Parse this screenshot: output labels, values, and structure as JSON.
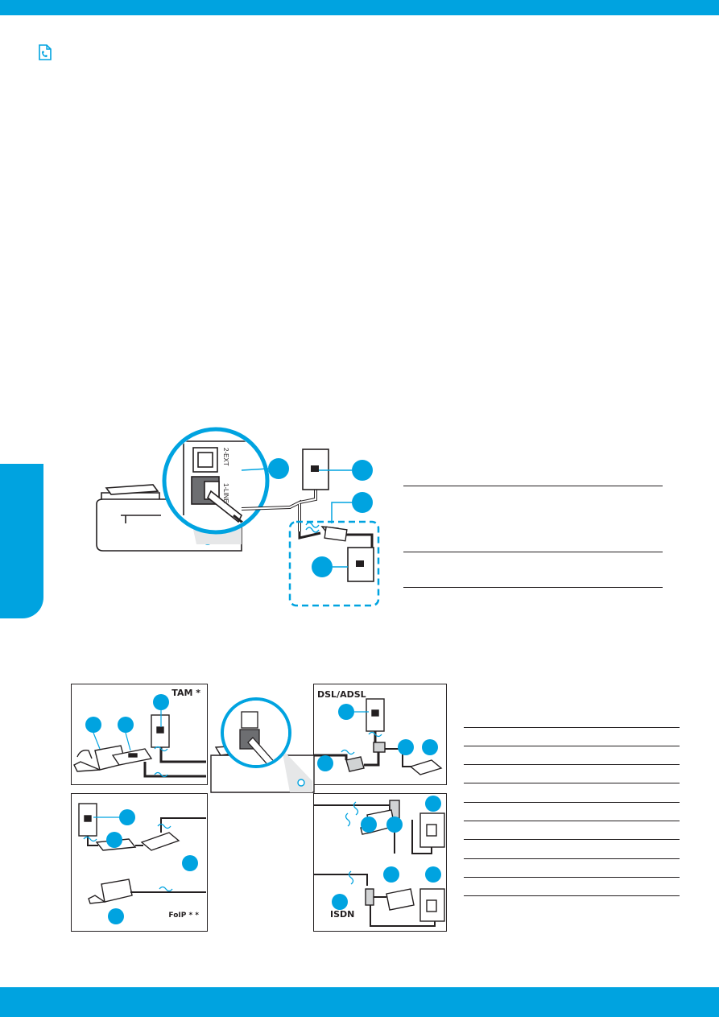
{
  "colors": {
    "accent": "#00a3e0",
    "ink": "#231f20",
    "light_blue": "#8fd3f2"
  },
  "icons": {
    "header": "fax-phone-icon"
  },
  "main_diagram": {
    "port_labels": {
      "line": "1-LINE",
      "ext": "2-EXT"
    }
  },
  "panels": {
    "tam": {
      "label": "TAM *"
    },
    "dsl": {
      "label": "DSL/ADSL"
    },
    "foip": {
      "label": "FoIP * *"
    },
    "isdn": {
      "label": "ISDN"
    }
  }
}
